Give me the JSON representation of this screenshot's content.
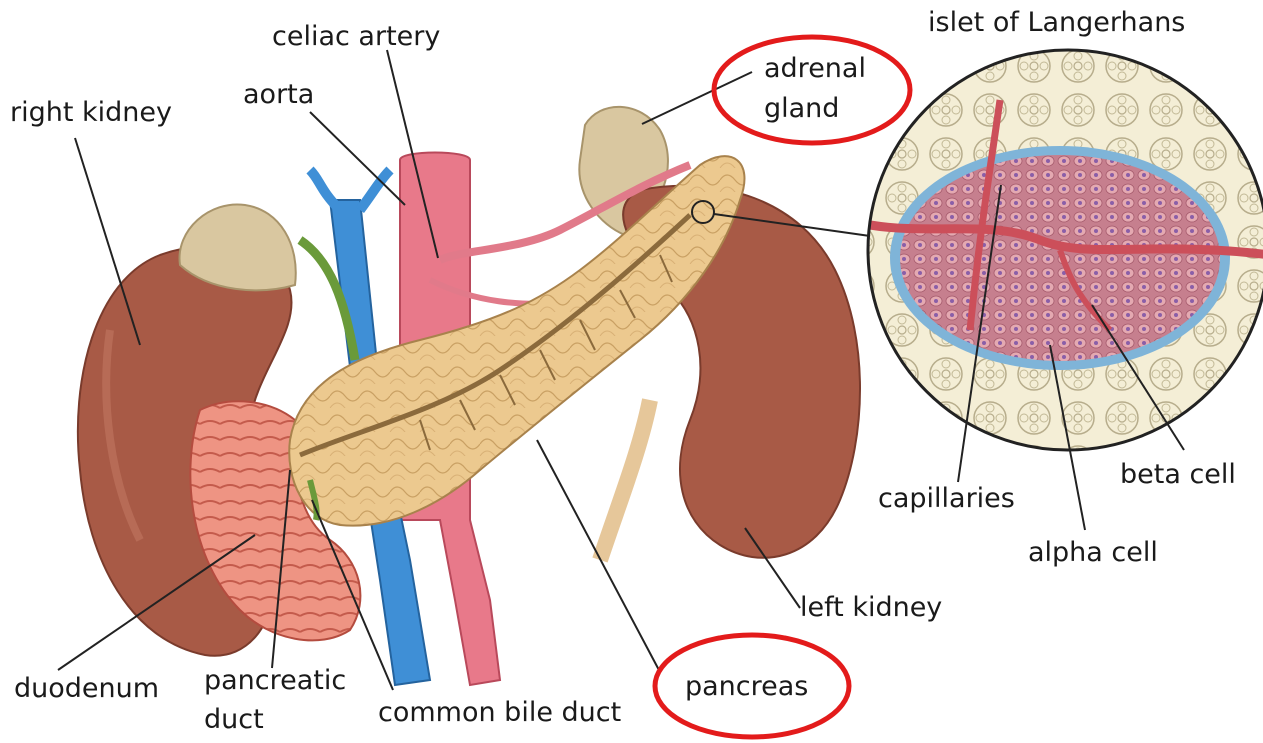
{
  "labels": {
    "islet": "islet of Langerhans",
    "celiac_artery": "celiac artery",
    "adrenal_line1": "adrenal",
    "adrenal_line2": "gland",
    "right_kidney": "right kidney",
    "aorta": "aorta",
    "capillaries": "capillaries",
    "beta_cell": "beta cell",
    "alpha_cell": "alpha cell",
    "left_kidney": "left kidney",
    "duodenum": "duodenum",
    "pancreatic_line1": "pancreatic",
    "pancreatic_line2": "duct",
    "common_bile_duct": "common bile duct",
    "pancreas": "pancreas"
  },
  "highlighted": [
    "adrenal gland",
    "pancreas"
  ],
  "colors": {
    "highlight_circle": "#e31b1b",
    "kidney": "#a85a46",
    "adrenal": "#d9c7a0",
    "pancreas": "#e8c48a",
    "aorta": "#e8798a",
    "vein": "#3f8fd6",
    "bile_duct": "#6a9a3a",
    "duodenum": "#e98a7c",
    "islet_tissue": "#c97a8a",
    "islet_border": "#7fb4d8",
    "islet_background": "#f3ebcf"
  }
}
